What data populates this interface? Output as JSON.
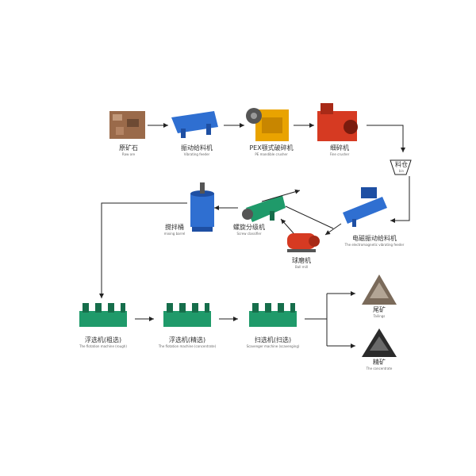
{
  "steps": {
    "ore": {
      "zh": "原矿石",
      "en": "Raw ore"
    },
    "vibrating_feeder": {
      "zh": "振动给料机",
      "en": "Vibrating feeder"
    },
    "jaw_crusher": {
      "zh": "PEX颚式破碎机",
      "en": "PE mandible crusher"
    },
    "fine_crusher": {
      "zh": "细碎机",
      "en": "Fine crusher"
    },
    "bin": {
      "zh": "料仓",
      "en": "bin"
    },
    "electromagnetic_feeder": {
      "zh": "电磁振动给料机",
      "en": "The electromagnetic vibrating feeder"
    },
    "ball_mill": {
      "zh": "球磨机",
      "en": "Ball mill"
    },
    "classifier": {
      "zh": "螺旋分级机",
      "en": "Screw classifier"
    },
    "agitation_tank": {
      "zh": "搅拌桶",
      "en": "mixing barrel"
    },
    "flotation_1": {
      "zh": "浮选机(粗选)",
      "en": "The flotation machine (rough)"
    },
    "flotation_2": {
      "zh": "浮选机(精选)",
      "en": "The flotation machine (concentrate)"
    },
    "flotation_3": {
      "zh": "扫选机(扫选)",
      "en": "Scavenger machine (scavenging)"
    },
    "tailings": {
      "zh": "尾矿",
      "en": "Tailings"
    },
    "concentrate": {
      "zh": "精矿",
      "en": "The concentrate"
    }
  },
  "colors": {
    "blue_machine": "#2f6fd1",
    "orange_crusher": "#e9a300",
    "red_crusher": "#d63a22",
    "green_machine": "#1f9a6a",
    "ore_brown": "#9a6a4a",
    "arrow": "#222222"
  }
}
